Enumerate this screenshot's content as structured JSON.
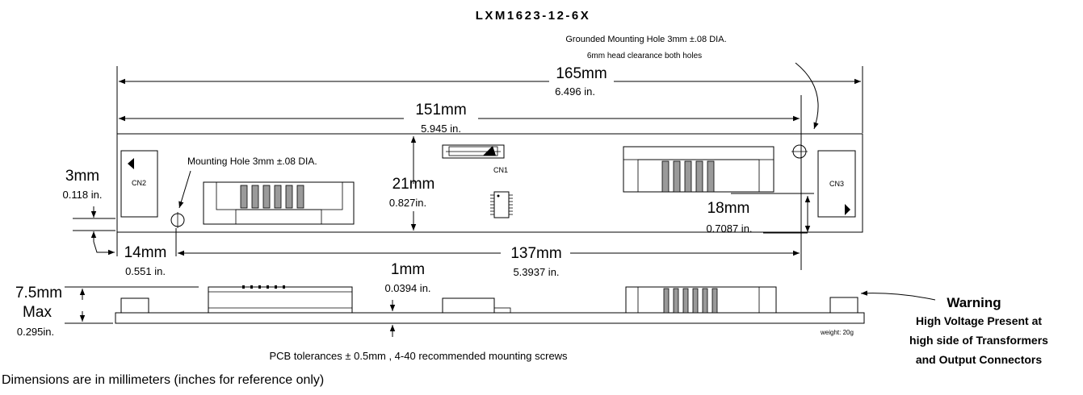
{
  "title": "LXM1623-12-6X",
  "notes": {
    "grounded_hole_line1": "Grounded Mounting Hole  3mm ±.08 DIA.",
    "grounded_hole_line2": "6mm head clearance both holes",
    "mounting_hole": "Mounting Hole 3mm ±.08  DIA.",
    "tolerances": "PCB tolerances ± 0.5mm , 4-40 recommended mounting screws",
    "weight": "weight: 20g",
    "footer": "Dimensions are in millimeters (inches for reference only)"
  },
  "warning": {
    "title": "Warning",
    "line1": "High Voltage Present at",
    "line2": "high side of Transformers",
    "line3": "and Output Connectors"
  },
  "connectors": {
    "cn1": "CN1",
    "cn2": "CN2",
    "cn3": "CN3"
  },
  "dimensions": {
    "d165_mm": "165mm",
    "d165_in": "6.496 in.",
    "d151_mm": "151mm",
    "d151_in": "5.945 in.",
    "d21_mm": "21mm",
    "d21_in": "0.827in.",
    "d18_mm": "18mm",
    "d18_in": "0.7087 in.",
    "d3_mm": "3mm",
    "d3_in": "0.118 in.",
    "d14_mm": "14mm",
    "d14_in": "0.551 in.",
    "d137_mm": "137mm",
    "d137_in": "5.3937 in.",
    "d1_mm": "1mm",
    "d1_in": "0.0394 in.",
    "d75_mm": "7.5mm",
    "d75_max": "Max",
    "d75_in": "0.295in."
  }
}
